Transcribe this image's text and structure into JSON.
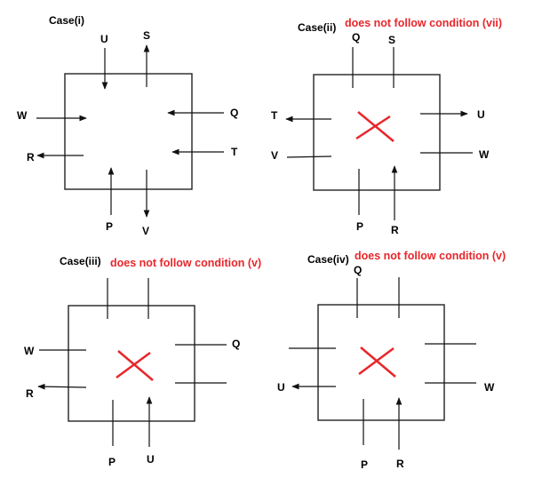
{
  "colors": {
    "accent": "#e8262b",
    "ink": "#000000"
  },
  "cases": [
    {
      "title": "Case(i)",
      "note": "",
      "rejected": false,
      "labels": {
        "U": "U",
        "S": "S",
        "W": "W",
        "Q": "Q",
        "R": "R",
        "T": "T",
        "P": "P",
        "V": "V"
      }
    },
    {
      "title": "Case(ii)",
      "note": "does not follow condition (vii)",
      "rejected": true,
      "labels": {
        "Q": "Q",
        "S": "S",
        "T": "T",
        "U": "U",
        "V": "V",
        "W": "W",
        "P": "P",
        "R": "R"
      }
    },
    {
      "title": "Case(iii)",
      "note": "does not follow condition (v)",
      "rejected": true,
      "labels": {
        "W": "W",
        "Q": "Q",
        "R": "R",
        "P": "P",
        "U": "U"
      }
    },
    {
      "title": "Case(iv)",
      "note": "does not follow condition (v)",
      "rejected": true,
      "labels": {
        "Q": "Q",
        "U": "U",
        "W": "W",
        "P": "P",
        "R": "R"
      }
    }
  ]
}
